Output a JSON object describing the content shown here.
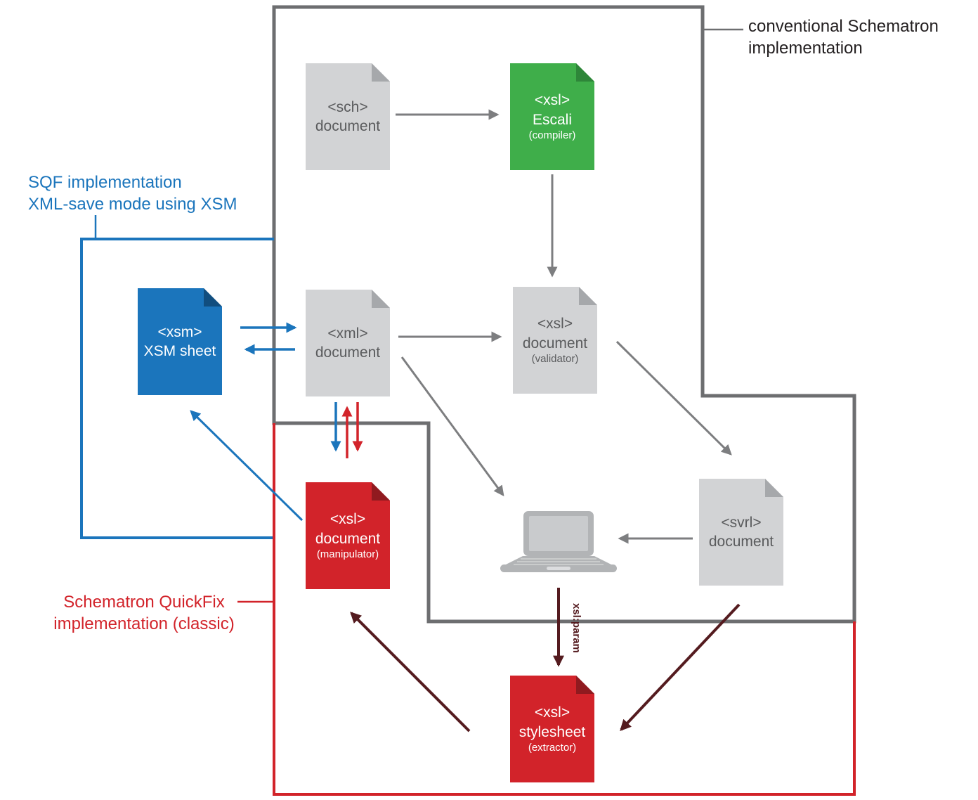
{
  "diagram": {
    "regions": {
      "conventional": {
        "label_line1": "conventional Schematron",
        "label_line2": "implementation",
        "border_color": "#6d6e70"
      },
      "sqf": {
        "label_line1": "SQF implementation",
        "label_line2": "XML-save mode using XSM",
        "border_color": "#1b75bc"
      },
      "quickfix": {
        "label_line1": "Schematron QuickFix",
        "label_line2": "implementation (classic)",
        "border_color": "#d2232a"
      }
    },
    "documents": {
      "sch": {
        "line1": "<sch>",
        "line2": "document",
        "fill": "#d2d3d5"
      },
      "escali": {
        "line1": "<xsl>",
        "line2": "Escali",
        "line3": "(compiler)",
        "fill": "#3fae4a"
      },
      "xsm": {
        "line1": "<xsm>",
        "line2": "XSM sheet",
        "fill": "#1b75bc"
      },
      "xml": {
        "line1": "<xml>",
        "line2": "document",
        "fill": "#d2d3d5"
      },
      "validator": {
        "line1": "<xsl>",
        "line2": "document",
        "line3": "(validator)",
        "fill": "#d2d3d5"
      },
      "manipulator": {
        "line1": "<xsl>",
        "line2": "document",
        "line3": "(manipulator)",
        "fill": "#d2232a"
      },
      "svrl": {
        "line1": "<svrl>",
        "line2": "document",
        "fill": "#d2d3d5"
      },
      "extractor": {
        "line1": "<xsl>",
        "line2": "stylesheet",
        "line3": "(extractor)",
        "fill": "#d2232a"
      }
    },
    "labels": {
      "xsl_param": "xsl:param"
    },
    "icons": {
      "laptop": "laptop-icon"
    },
    "colors": {
      "arrow_gray": "#7d7e80",
      "arrow_blue": "#1b75bc",
      "arrow_red": "#d2232a",
      "arrow_maroon": "#541b1f"
    }
  }
}
